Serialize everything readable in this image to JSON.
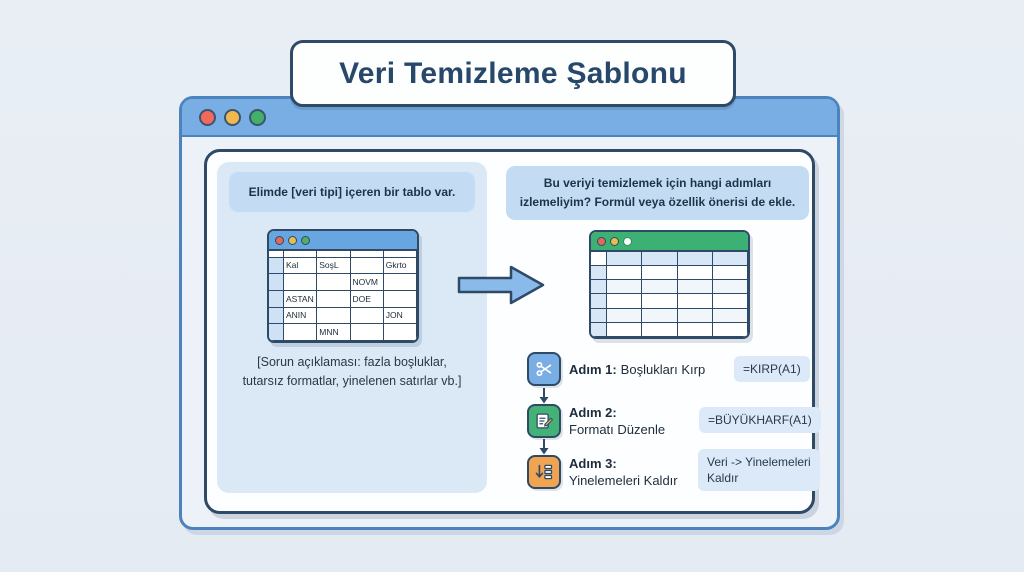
{
  "title": "Veri Temizleme Şablonu",
  "colors": {
    "page_background": "#e8edf4",
    "outline_navy": "#2e4a66",
    "window_blue": "#79aee5",
    "panel_light_blue": "#dbe9f7",
    "prompt_chip_blue": "#c3dcf3",
    "formula_chip_blue": "#dbe9f8",
    "clean_table_green": "#3db173",
    "step1_blue": "#79aee5",
    "step2_green": "#44b176",
    "step3_orange": "#f0a452",
    "traffic_red": "#f1695c",
    "traffic_yellow": "#f3b84d",
    "traffic_green": "#43af68"
  },
  "left_panel": {
    "prompt": "Elimde [veri tipi] içeren bir tablo var.",
    "table": {
      "rows": [
        [
          "",
          "",
          "",
          ""
        ],
        [
          "Kal",
          "SoşL",
          "",
          "Gkrto"
        ],
        [
          "",
          "",
          "NOVM",
          ""
        ],
        [
          "ASTAN",
          "",
          "DOE",
          ""
        ],
        [
          "ANIN",
          "",
          "",
          "JON"
        ],
        [
          "",
          "MNN",
          "",
          ""
        ]
      ]
    },
    "note_lines": [
      "[Sorun açıklaması: fazla boşluklar,",
      "tutarsız formatlar, yinelenen satırlar vb.]"
    ]
  },
  "right_panel": {
    "prompt_lines": [
      "Bu veriyi temizlemek için hangi adımları",
      "izlemeliyim? Formül veya özellik önerisi de ekle."
    ],
    "table": {
      "row_count": 6,
      "col_count": 5
    },
    "steps": [
      {
        "label_bold": "Adım 1:",
        "label_rest": "Boşlukları Kırp",
        "icon": "scissors-icon",
        "chip_lines": [
          "=KIRP(A1)"
        ]
      },
      {
        "label_bold": "Adım 2:",
        "label_rest": "Formatı Düzenle",
        "icon": "edit-document-icon",
        "chip_lines": [
          "=BÜYÜKHARF(A1)"
        ]
      },
      {
        "label_bold": "Adım 3:",
        "label_rest": "Yinelemeleri Kaldır",
        "icon": "remove-duplicates-icon",
        "chip_lines": [
          "Veri -> Yinelemeleri",
          "Kaldır"
        ]
      }
    ]
  }
}
